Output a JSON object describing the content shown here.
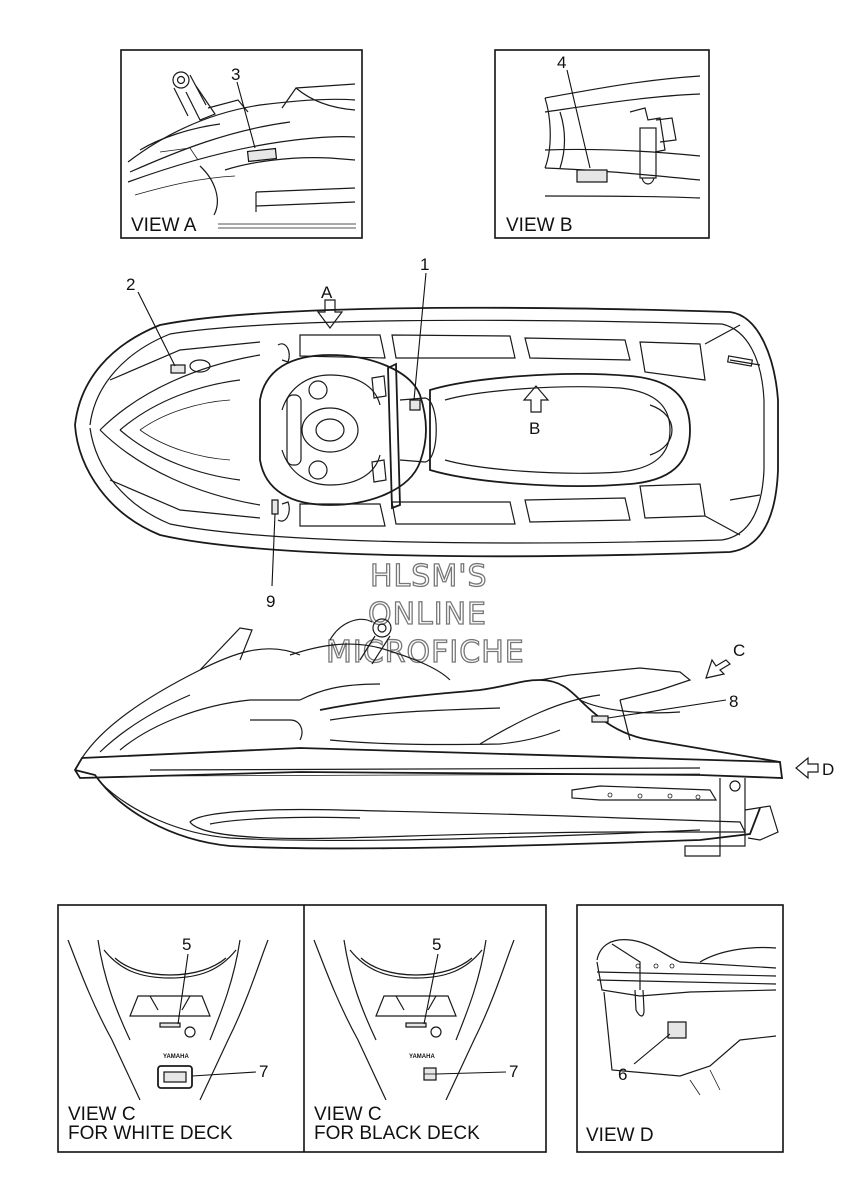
{
  "views": {
    "a": {
      "title": "VIEW A",
      "callout": "3"
    },
    "b": {
      "title": "VIEW B",
      "callout": "4"
    },
    "c_white": {
      "title_line1": "VIEW C",
      "title_line2": "FOR WHITE DECK",
      "callout_top": "5",
      "callout_bottom": "7",
      "logo": "YAMAHA"
    },
    "c_black": {
      "title_line1": "VIEW C",
      "title_line2": "FOR BLACK DECK",
      "callout_top": "5",
      "callout_bottom": "7",
      "logo": "YAMAHA"
    },
    "d": {
      "title": "VIEW D",
      "callout": "6"
    }
  },
  "top_view": {
    "callouts": [
      "1",
      "2",
      "9"
    ],
    "arrow_a": "A",
    "arrow_b": "B"
  },
  "side_view": {
    "callout_8": "8",
    "arrow_c": "C",
    "arrow_d": "D"
  },
  "watermark": {
    "line1": "HLSM'S",
    "line2": "ONLINE",
    "line3": "MICROFICHE"
  }
}
